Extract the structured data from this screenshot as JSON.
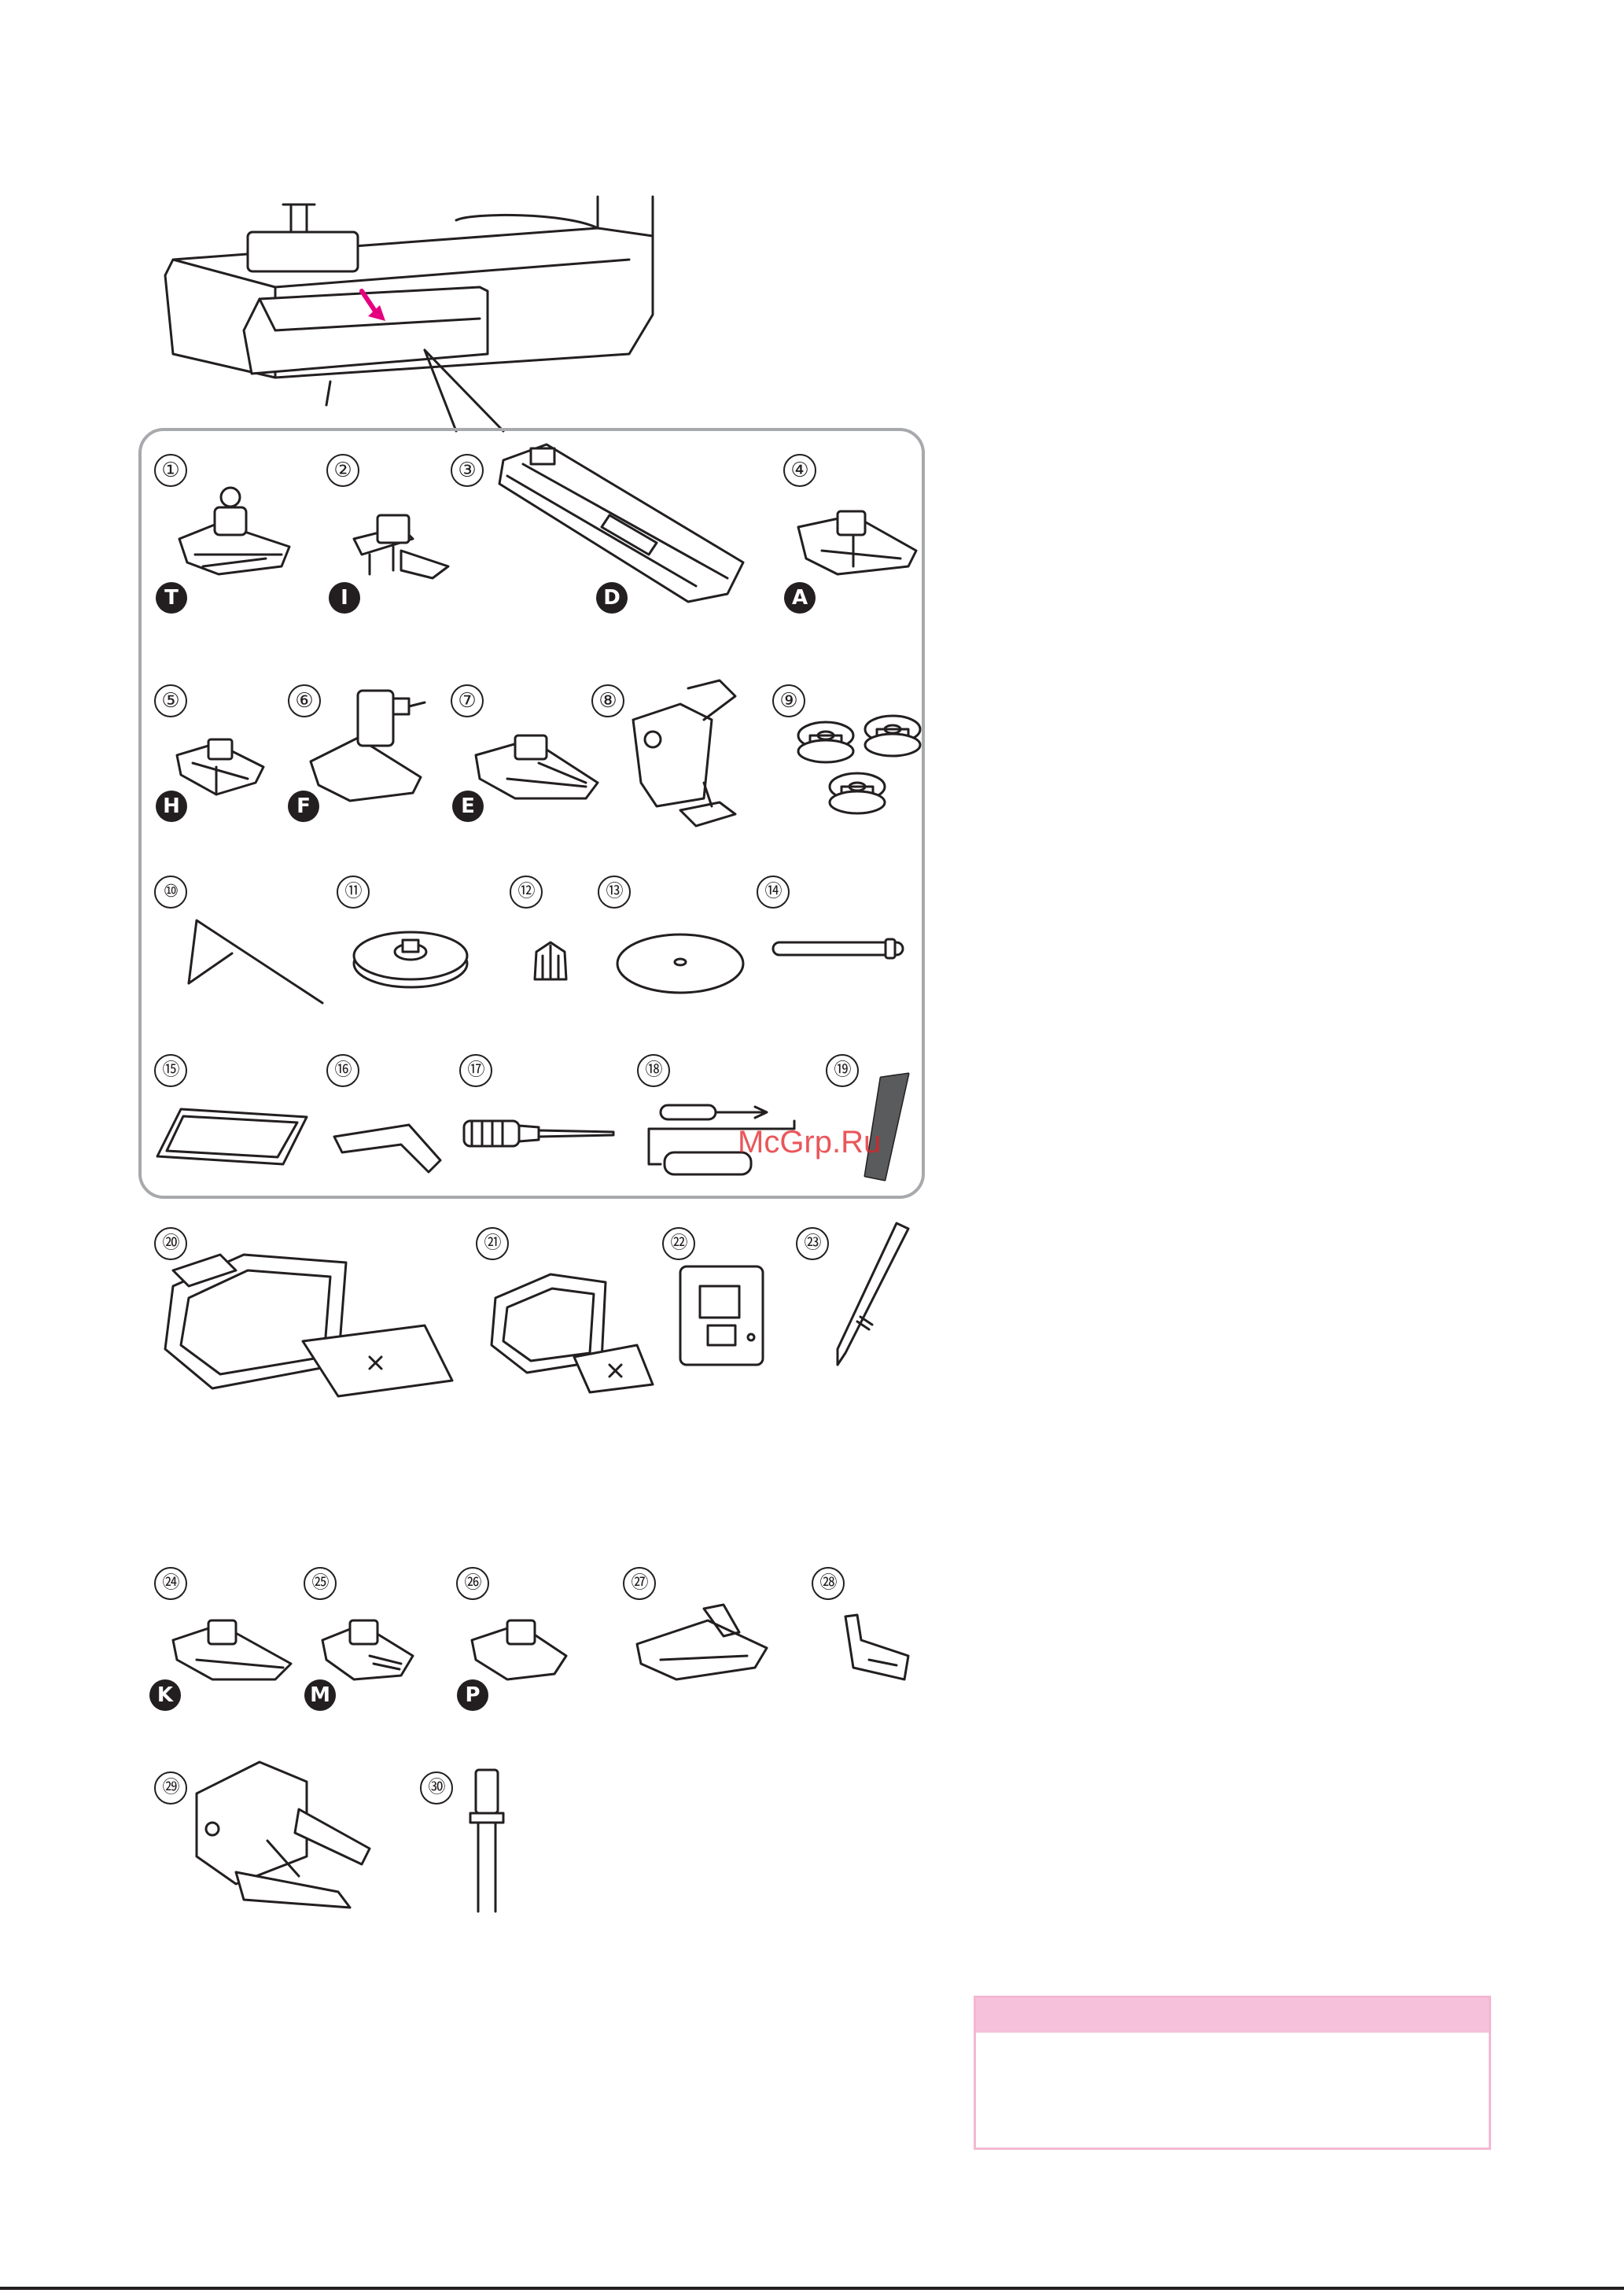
{
  "watermark": "McGrp.Ru",
  "items": [
    {
      "n": "①",
      "badge": "T"
    },
    {
      "n": "②",
      "badge": "I"
    },
    {
      "n": "③",
      "badge": "D"
    },
    {
      "n": "④",
      "badge": "A"
    },
    {
      "n": "⑤",
      "badge": "H"
    },
    {
      "n": "⑥",
      "badge": "F"
    },
    {
      "n": "⑦",
      "badge": "E"
    },
    {
      "n": "⑧",
      "badge": ""
    },
    {
      "n": "⑨",
      "badge": ""
    },
    {
      "n": "⑩",
      "badge": ""
    },
    {
      "n": "⑪",
      "badge": ""
    },
    {
      "n": "⑫",
      "badge": ""
    },
    {
      "n": "⑬",
      "badge": ""
    },
    {
      "n": "⑭",
      "badge": ""
    },
    {
      "n": "⑮",
      "badge": ""
    },
    {
      "n": "⑯",
      "badge": ""
    },
    {
      "n": "⑰",
      "badge": ""
    },
    {
      "n": "⑱",
      "badge": ""
    },
    {
      "n": "⑲",
      "badge": ""
    },
    {
      "n": "⑳",
      "badge": ""
    },
    {
      "n": "㉑",
      "badge": ""
    },
    {
      "n": "㉒",
      "badge": ""
    },
    {
      "n": "㉓",
      "badge": ""
    },
    {
      "n": "㉔",
      "badge": "K"
    },
    {
      "n": "㉕",
      "badge": "M"
    },
    {
      "n": "㉖",
      "badge": "P"
    },
    {
      "n": "㉗",
      "badge": ""
    },
    {
      "n": "㉘",
      "badge": ""
    },
    {
      "n": "㉙",
      "badge": ""
    },
    {
      "n": "㉚",
      "badge": ""
    }
  ],
  "colors": {
    "arrow": "#e6007e",
    "panel_border": "#a7a9ac",
    "note_bar": "#f6c1da",
    "note_border": "#f4b8d2"
  }
}
